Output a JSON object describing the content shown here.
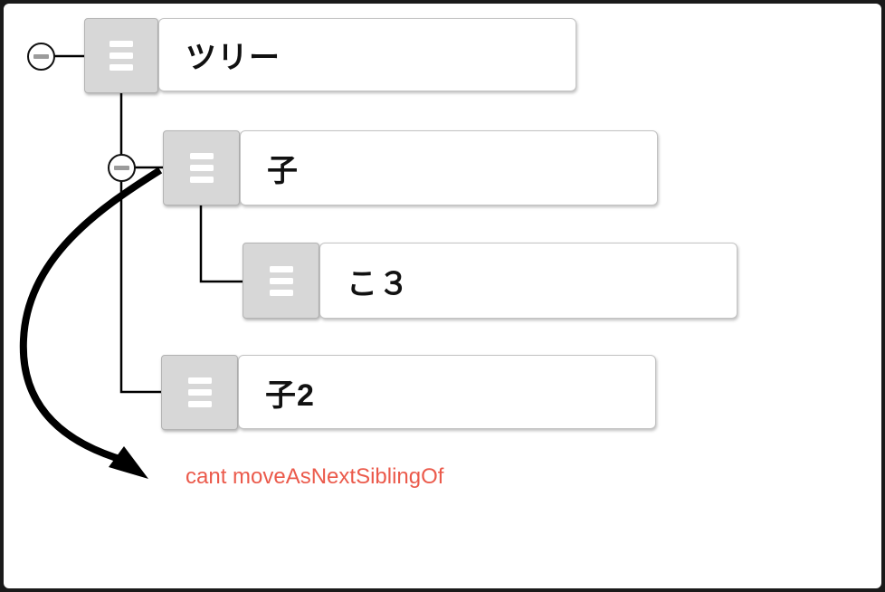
{
  "window": {
    "background": "#ffffff",
    "frame_border_color": "#1a1a1a"
  },
  "tree": {
    "nodes": [
      {
        "id": "root",
        "label": "ツリー",
        "depth": 0,
        "expanded": true,
        "drag_handle_icon": "hamburger-icon",
        "collapse_icon": "minus-icon"
      },
      {
        "id": "child",
        "label": "子",
        "depth": 1,
        "expanded": true,
        "drag_handle_icon": "hamburger-icon",
        "collapse_icon": "minus-icon"
      },
      {
        "id": "ko3",
        "label": "こ３",
        "depth": 2,
        "expanded": false,
        "drag_handle_icon": "hamburger-icon"
      },
      {
        "id": "child2",
        "label": "子2",
        "depth": 1,
        "expanded": false,
        "drag_handle_icon": "hamburger-icon"
      }
    ]
  },
  "drag_feedback": {
    "arrow_icon": "curved-arrow-icon",
    "arrow_color": "#000000"
  },
  "message": {
    "text": "cant moveAsNextSiblingOf",
    "color": "#eb5a4b"
  },
  "colors": {
    "handle_fill": "#d7d7d7",
    "handle_border": "#b3b3b3",
    "node_border": "#c2c2c2",
    "connector": "#000000",
    "minus_glyph": "#9b9b9b"
  }
}
